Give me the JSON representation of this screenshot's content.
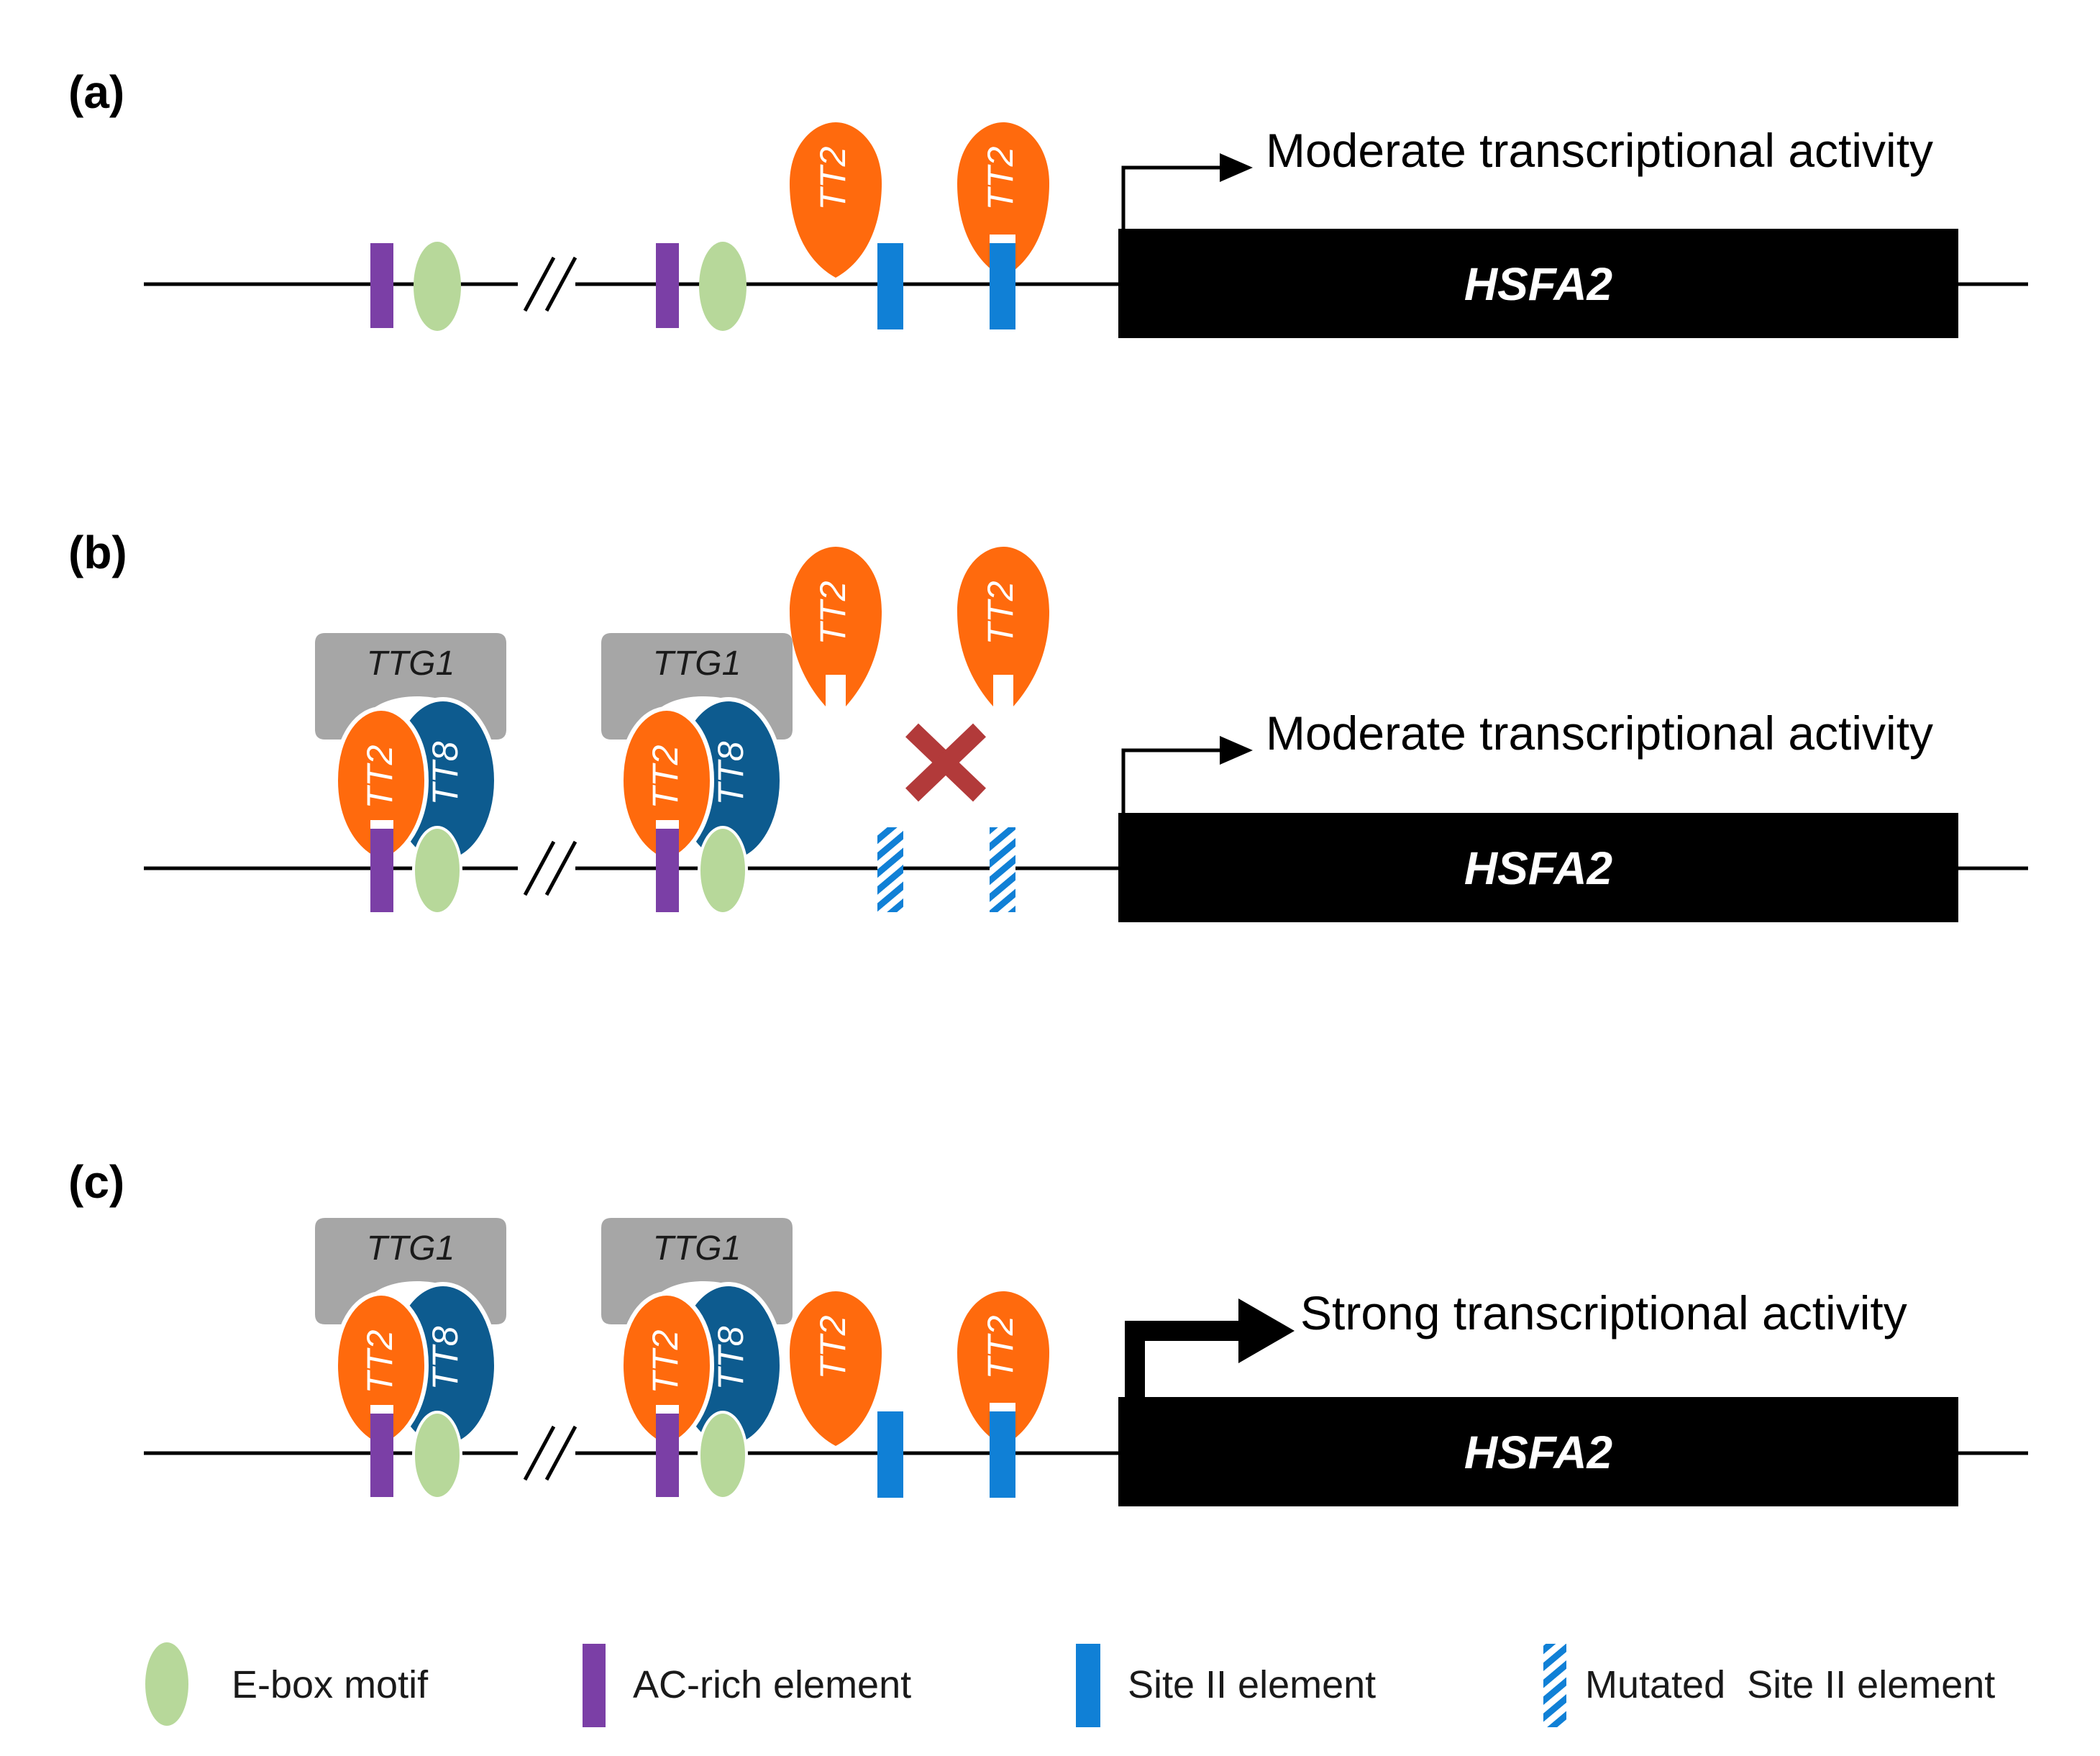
{
  "colors": {
    "tt2": "#FF6A0D",
    "tt8": "#0D5B8F",
    "ttg1": "#A6A6A6",
    "ebox": "#B7D89A",
    "ac_rich": "#7B3FA6",
    "site2": "#1080D6",
    "cross": "#B23A3A",
    "gene": "#000000"
  },
  "gene": {
    "label": "HSFA2"
  },
  "proteins": {
    "tt2": "TT2",
    "tt8": "TT8",
    "ttg1": "TTG1"
  },
  "panels": [
    {
      "id": "a",
      "label": "(a)",
      "activity": "Moderate transcriptional activity",
      "strength": "moderate"
    },
    {
      "id": "b",
      "label": "(b)",
      "activity": "Moderate transcriptional activity",
      "strength": "moderate"
    },
    {
      "id": "c",
      "label": "(c)",
      "activity": "Strong transcriptional activity",
      "strength": "strong"
    }
  ],
  "legend": [
    {
      "icon": "ebox",
      "label": "E-box motif"
    },
    {
      "icon": "ac_rich",
      "label": "AC-rich element"
    },
    {
      "icon": "site2",
      "label": "Site II element"
    },
    {
      "icon": "site2_mutated",
      "label": "Mutated  Site II element"
    }
  ]
}
